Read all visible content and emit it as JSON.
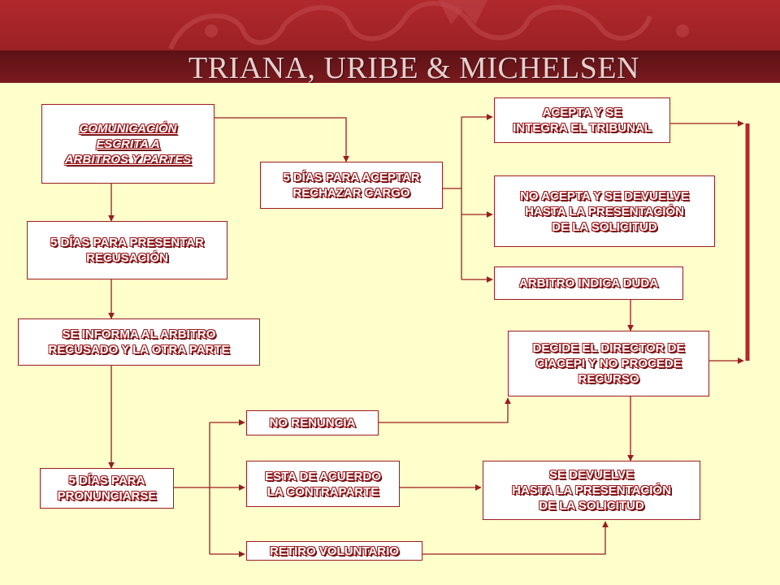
{
  "header": {
    "title": "TRIANA, URIBE & MICHELSEN"
  },
  "colors": {
    "header_red": "#9b1c20",
    "header_band": "#5c1216",
    "background": "#ffffcc",
    "line": "#9b1c20",
    "text_outline": "#9b1c20"
  },
  "nodes": {
    "comunicacion": {
      "lines": [
        "COMUNICACIÓN",
        "ESCRITA A",
        "ARBITROS Y PARTES"
      ]
    },
    "presentar_recusacion": {
      "lines": [
        "5 DÍAS PARA PRESENTAR",
        "RECUSACIÓN"
      ]
    },
    "se_informa": {
      "lines": [
        "SE INFORMA AL ARBITRO",
        "RECUSADO Y LA OTRA PARTE"
      ]
    },
    "pronunciarse": {
      "lines": [
        "5 DÍAS PARA",
        "PRONUNCIARSE"
      ]
    },
    "aceptar_rechazar": {
      "lines": [
        "5 DÍAS PARA ACEPTAR",
        "RECHAZAR CARGO"
      ]
    },
    "acepta": {
      "lines": [
        "ACEPTA Y SE",
        "INTEGRA EL TRIBUNAL"
      ]
    },
    "no_acepta": {
      "lines": [
        "NO ACEPTA Y SE DEVUELVE",
        "HASTA LA PRESENTACIÓN",
        "DE LA SOLICITUD"
      ]
    },
    "duda": {
      "lines": [
        "ARBITRO INDICA DUDA"
      ]
    },
    "decide": {
      "lines": [
        "DECIDE EL DIRECTOR DE",
        "CIACEPI Y NO PROCEDE",
        "RECURSO"
      ]
    },
    "no_renuncia": {
      "lines": [
        "NO RENUNCIA"
      ]
    },
    "de_acuerdo": {
      "lines": [
        "ESTA DE ACUERDO",
        "LA CONTRAPARTE"
      ]
    },
    "retiro": {
      "lines": [
        "RETIRO VOLUNTARIO"
      ]
    },
    "se_devuelve": {
      "lines": [
        "SE DEVUELVE",
        "HASTA LA PRESENTACIÓN",
        "DE LA SOLICITUD"
      ]
    }
  }
}
